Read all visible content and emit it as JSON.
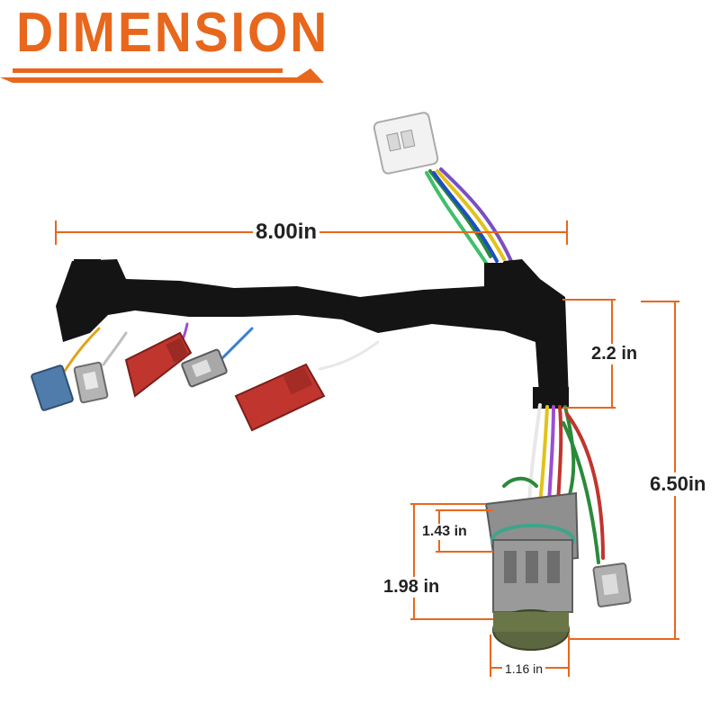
{
  "header": {
    "title": "DIMENSION",
    "accent_color": "#e8671c"
  },
  "dimensions": {
    "overall_width": "8.00in",
    "bracket_height": "2.2 in",
    "overall_height": "6.50in",
    "connector_inner": "1.43 in",
    "connector_outer": "1.98 in",
    "connector_body": "1.16 in"
  },
  "colors": {
    "dimension_line": "#e8671c",
    "harness_frame": "#141414",
    "connector_gray": "#8f8f8f",
    "connector_red": "#c0352e",
    "connector_blue": "#4f7cab",
    "connector_white": "#f2f2f2",
    "seal_green": "#3fa58a"
  }
}
